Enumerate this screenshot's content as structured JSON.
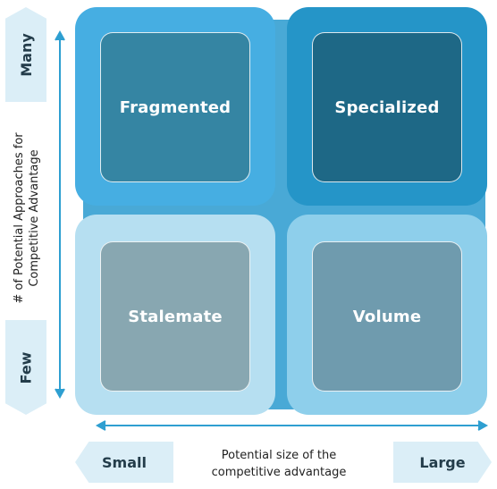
{
  "quadrants": {
    "top_left": {
      "label": "Fragmented"
    },
    "top_right": {
      "label": "Specialized"
    },
    "bottom_left": {
      "label": "Stalemate"
    },
    "bottom_right": {
      "label": "Volume"
    }
  },
  "y_axis": {
    "title_line1": "# of Potential Approaches for",
    "title_line2": "Competitive Advantage",
    "top_label": "Many",
    "bottom_label": "Few"
  },
  "x_axis": {
    "title_line1": "Potential size of the",
    "title_line2": "competitive advantage",
    "left_label": "Small",
    "right_label": "Large"
  },
  "colors": {
    "axis": "#2e9fd1",
    "tag_bg": "#dbeef7"
  }
}
